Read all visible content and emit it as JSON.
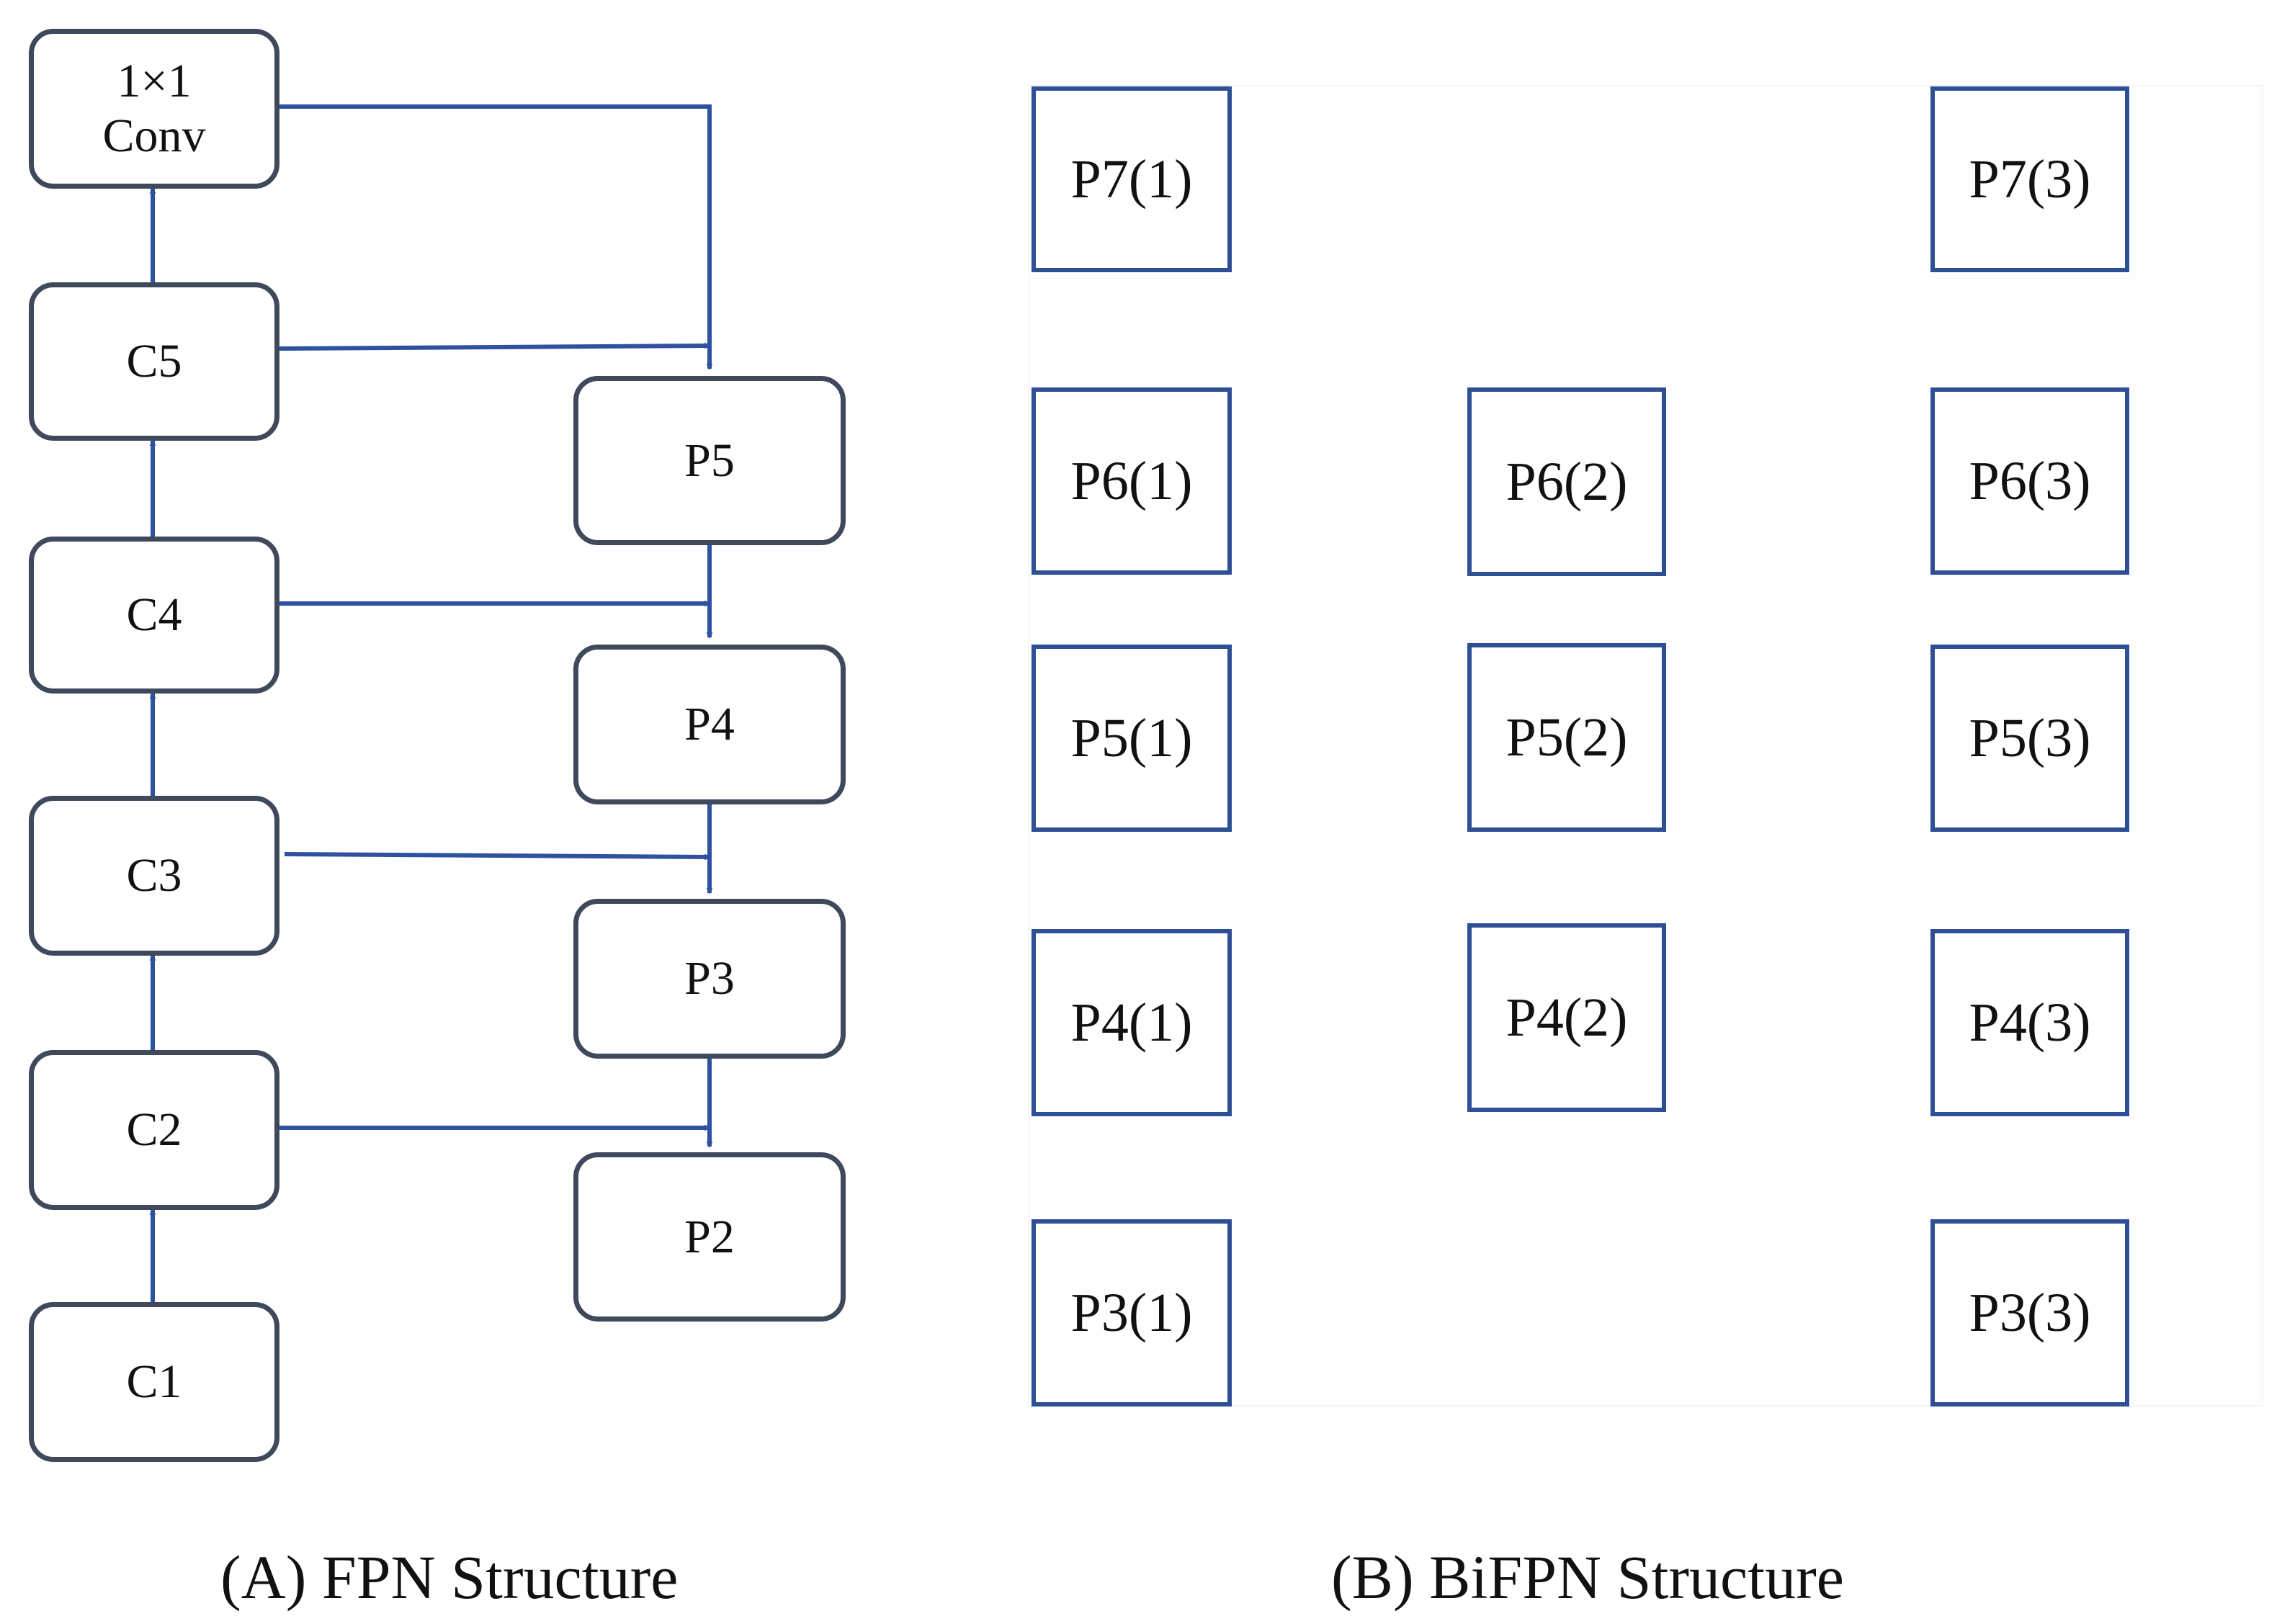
{
  "fpn": {
    "conv_line1": "1×1",
    "conv_line2": "Conv",
    "c": [
      "C1",
      "C2",
      "C3",
      "C4",
      "C5"
    ],
    "p": [
      "P2",
      "P3",
      "P4",
      "P5"
    ],
    "caption": "(A) FPN Structure"
  },
  "bifpn": {
    "col1": [
      "P7(1)",
      "P6(1)",
      "P5(1)",
      "P4(1)",
      "P3(1)"
    ],
    "col2": [
      "P6(2)",
      "P5(2)",
      "P4(2)"
    ],
    "col3": [
      "P7(3)",
      "P6(3)",
      "P5(3)",
      "P4(3)",
      "P3(3)"
    ],
    "caption": "(B) BiFPN Structure"
  },
  "colors": {
    "arrow_dark": "#2f52a0",
    "arrow_light": "#4a73c4",
    "fpn_border": "#3e4a5c",
    "bifpn_border": "#2e4f95"
  }
}
